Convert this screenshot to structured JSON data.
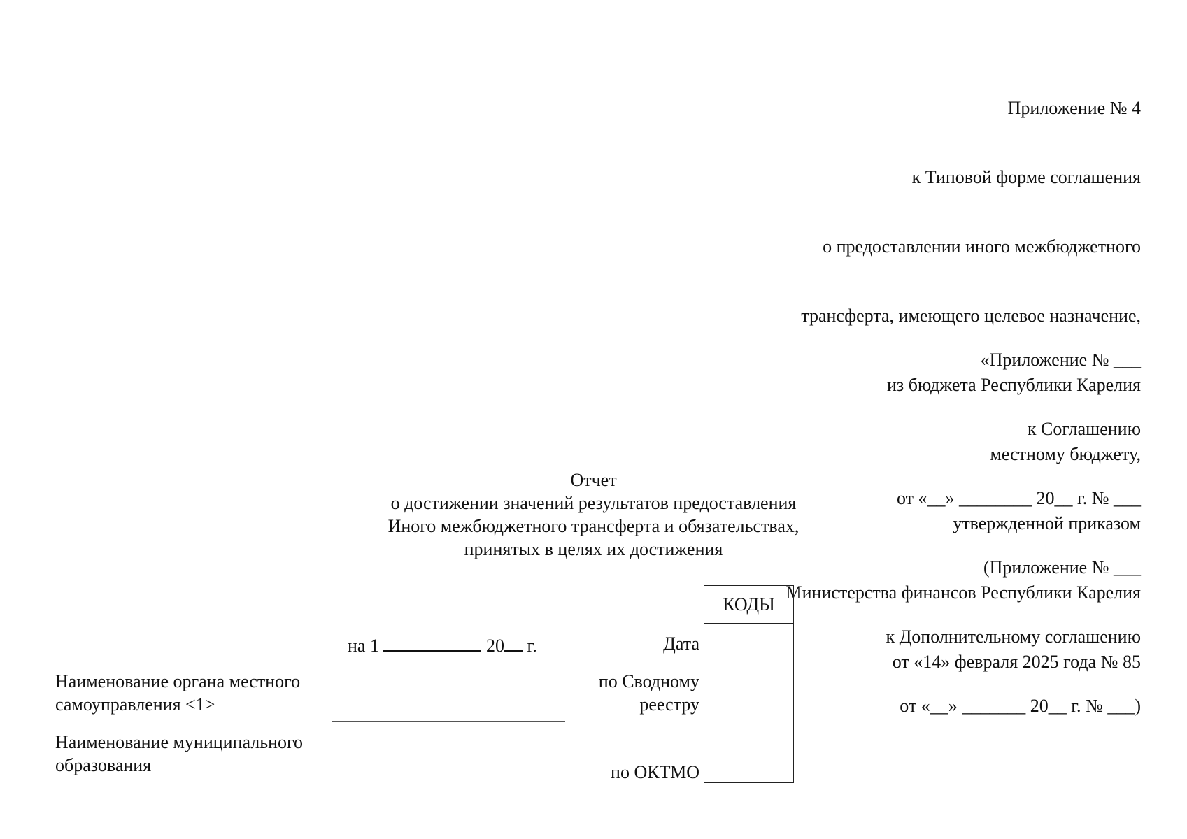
{
  "appendix_header": {
    "lines": [
      "Приложение № 4",
      "к Типовой форме соглашения",
      "о предоставлении иного межбюджетного",
      "трансферта, имеющего целевое назначение,",
      "из бюджета Республики Карелия",
      "местному бюджету,",
      "утвержденной приказом",
      "Министерства финансов Республики Карелия",
      "от «14» февраля 2025 года № 85"
    ]
  },
  "agreement_reference": {
    "lines": [
      "«Приложение № ___",
      "к Соглашению",
      "от «__» ________ 20__ г. № ___",
      "(Приложение № ___",
      "к Дополнительному соглашению",
      "от «__» _______ 20__ г. № ___)"
    ]
  },
  "report_title": {
    "lines": [
      "Отчет",
      "о достижении значений результатов предоставления",
      "Иного межбюджетного трансферта и обязательствах,",
      "принятых в целях их достижения"
    ]
  },
  "report_date": {
    "prefix": "на 1",
    "year_prefix": "20",
    "year_suffix": "г."
  },
  "fields": {
    "org_label_1": "Наименование органа местного",
    "org_label_2": "самоуправления <1>",
    "mun_label_1": "Наименование муниципального",
    "mun_label_2": "образования"
  },
  "codes": {
    "header": "КОДЫ",
    "date_label": "Дата",
    "registry_label_1": "по Сводному",
    "registry_label_2": "реестру",
    "oktmo_label": "по ОКТМО",
    "date_value": "",
    "registry_value": "",
    "oktmo_value": ""
  }
}
